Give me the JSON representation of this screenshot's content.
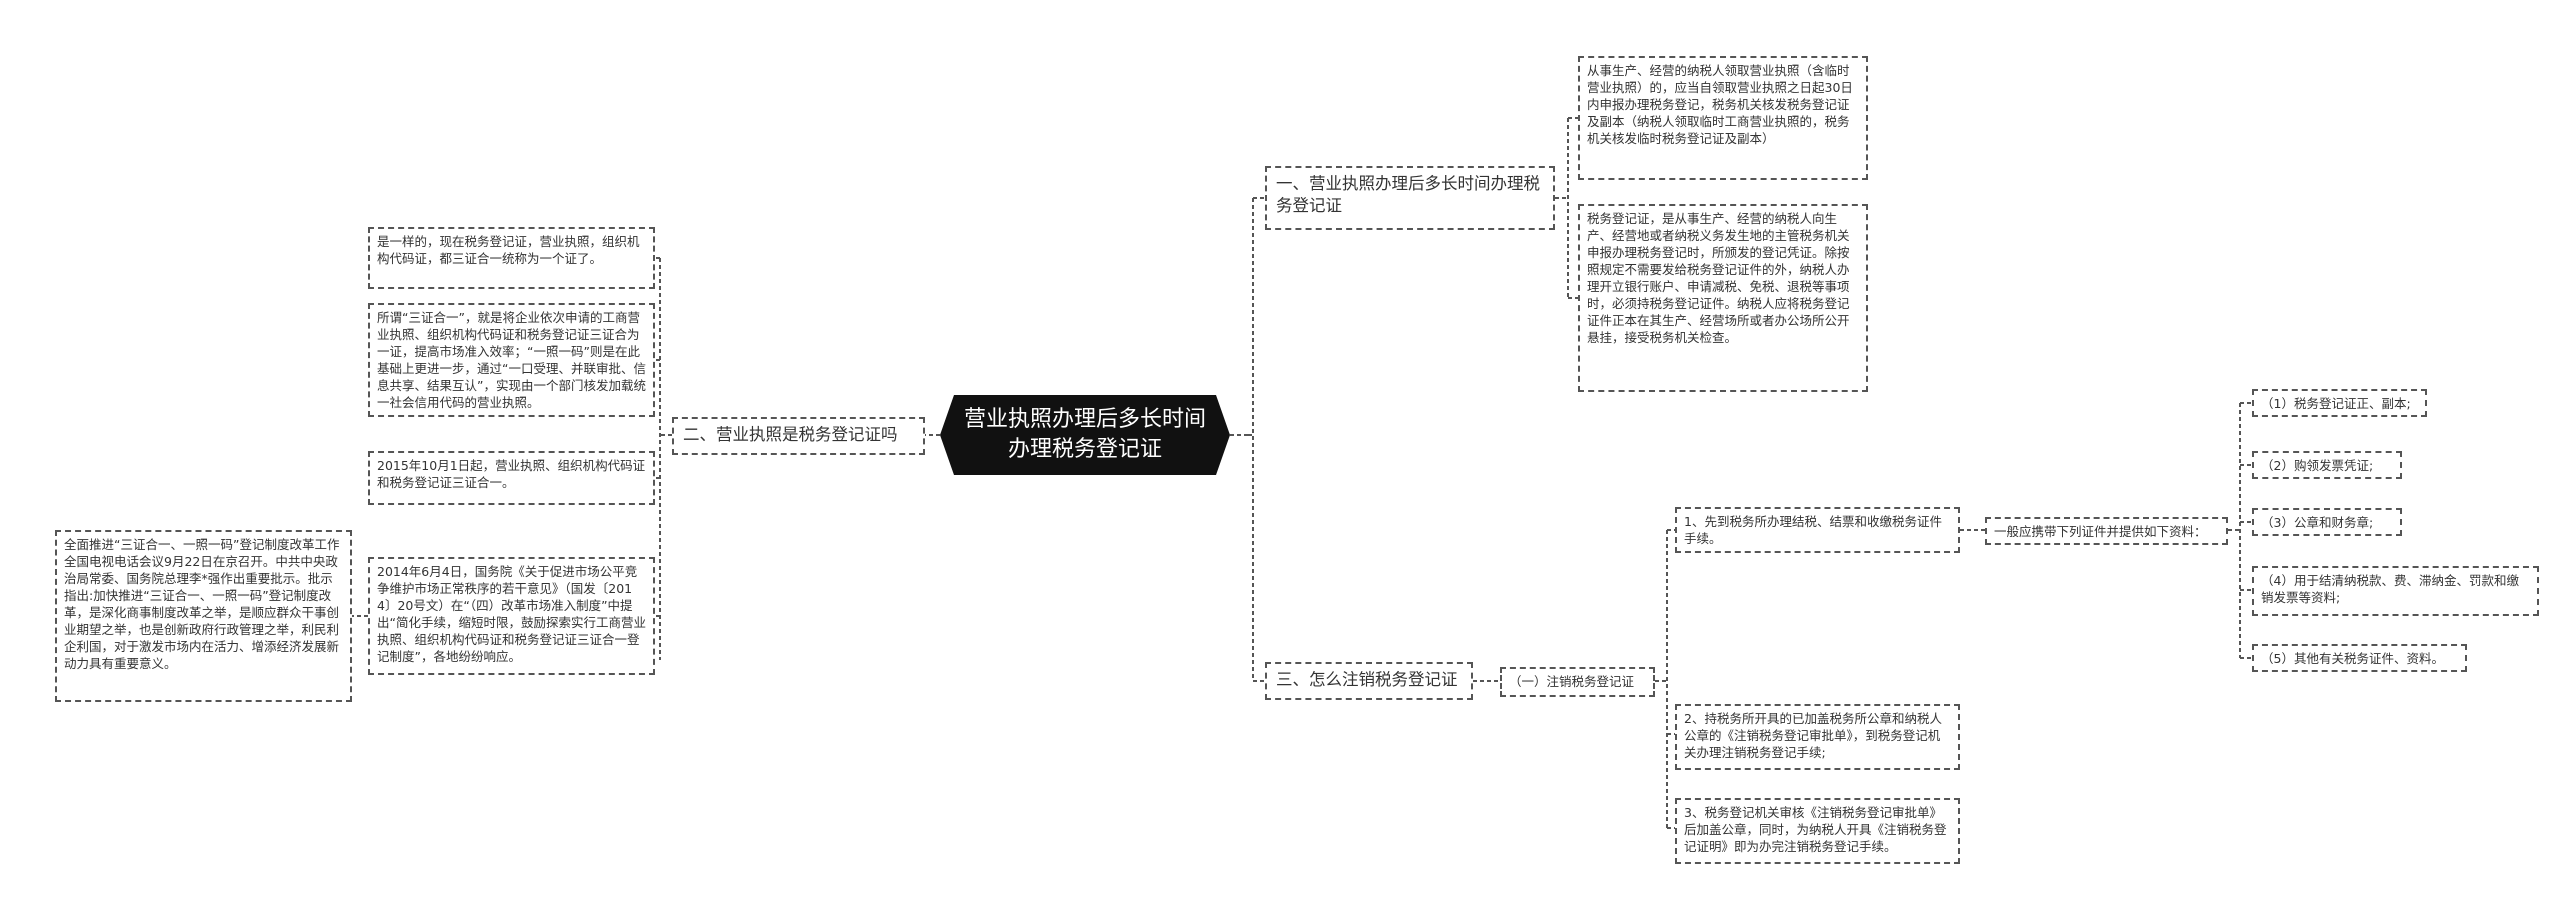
{
  "root": {
    "title": "营业执照办理后多长时间办理税务登记证"
  },
  "branches": {
    "b1": {
      "label": "一、营业执照办理后多长时间办理税务登记证",
      "children": [
        "从事生产、经营的纳税人领取营业执照（含临时营业执照）的，应当自领取营业执照之日起30日内申报办理税务登记，税务机关核发税务登记证及副本（纳税人领取临时工商营业执照的，税务机关核发临时税务登记证及副本）",
        "税务登记证，是从事生产、经营的纳税人向生产、经营地或者纳税义务发生地的主管税务机关申报办理税务登记时，所颁发的登记凭证。除按照规定不需要发给税务登记证件的外，纳税人办理开立银行账户、申请减税、免税、退税等事项时，必须持税务登记证件。纳税人应将税务登记证件正本在其生产、经营场所或者办公场所公开悬挂，接受税务机关检查。"
      ]
    },
    "b2": {
      "label": "二、营业执照是税务登记证吗",
      "children": [
        "是一样的，现在税务登记证，营业执照，组织机构代码证，都三证合一统称为一个证了。",
        "所谓“三证合一”，就是将企业依次申请的工商营业执照、组织机构代码证和税务登记证三证合为一证，提高市场准入效率；“一照一码”则是在此基础上更进一步，通过“一口受理、并联审批、信息共享、结果互认”，实现由一个部门核发加载统一社会信用代码的营业执照。",
        "2015年10月1日起，营业执照、组织机构代码证和税务登记证三证合一。",
        "2014年6月4日，国务院《关于促进市场公平竞争维护市场正常秩序的若干意见》（国发〔2014〕20号文）在“（四）改革市场准入制度”中提出“简化手续，缩短时限，鼓励探索实行工商营业执照、组织机构代码证和税务登记证三证合一登记制度”，各地纷纷响应。"
      ],
      "grandchild": "全面推进“三证合一、一照一码”登记制度改革工作全国电视电话会议9月22日在京召开。中共中央政治局常委、国务院总理李*强作出重要批示。批示指出:加快推进“三证合一、一照一码”登记制度改革，是深化商事制度改革之举，是顺应群众干事创业期望之举，也是创新政府行政管理之举，利民利企利国，对于激发市场内在活力、增添经济发展新动力具有重要意义。"
    },
    "b3": {
      "label": "三、怎么注销税务登记证",
      "sub": "（一）注销税务登记证",
      "steps": [
        "1、先到税务所办理结税、结票和收缴税务证件手续。",
        "2、持税务所开具的已加盖税务所公章和纳税人公章的《注销税务登记审批单》，到税务登记机关办理注销税务登记手续;",
        "3、税务登记机关审核《注销税务登记审批单》后加盖公章，同时，为纳税人开具《注销税务登记证明》即为办完注销税务登记手续。"
      ],
      "materials_label": "一般应携带下列证件并提供如下资料：",
      "materials": [
        "（1）税务登记证正、副本;",
        "（2）购领发票凭证;",
        "（3）公章和财务章;",
        "（4）用于结清纳税款、费、滞纳金、罚款和缴销发票等资料;",
        "（5）其他有关税务证件、资料。"
      ]
    }
  }
}
